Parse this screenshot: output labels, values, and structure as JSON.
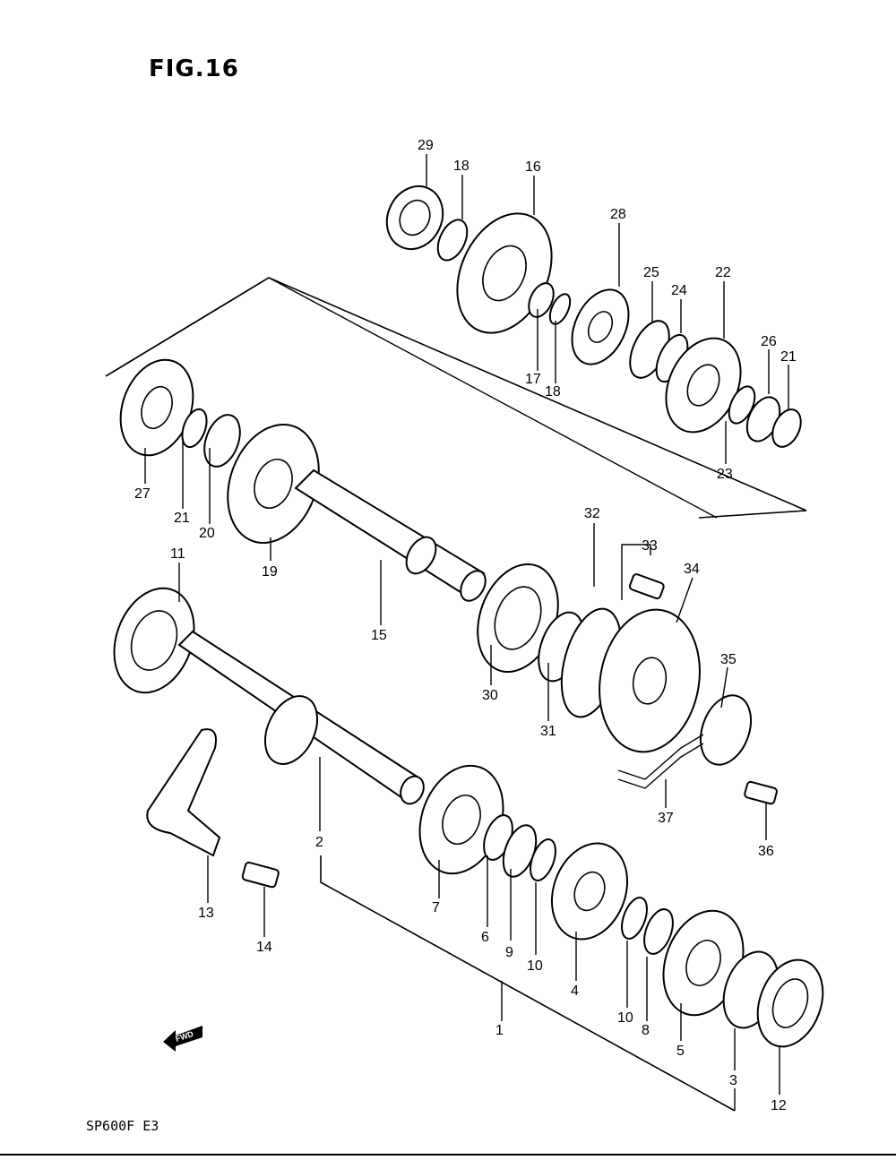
{
  "header": {
    "figure_label": "FIG.16"
  },
  "footer": {
    "model_code": "SP600F  E3"
  },
  "fwd_arrow": {
    "label": "FWD"
  },
  "callouts": {
    "p1": "1",
    "p2": "2",
    "p3": "3",
    "p4": "4",
    "p5": "5",
    "p6": "6",
    "p7": "7",
    "p8": "8",
    "p9": "9",
    "p10a": "10",
    "p10b": "10",
    "p11": "11",
    "p12": "12",
    "p13": "13",
    "p14": "14",
    "p15": "15",
    "p16": "16",
    "p17": "17",
    "p18a": "18",
    "p18b": "18",
    "p19": "19",
    "p20": "20",
    "p21a": "21",
    "p21b": "21",
    "p22": "22",
    "p23": "23",
    "p24": "24",
    "p25": "25",
    "p26": "26",
    "p27": "27",
    "p28": "28",
    "p29": "29",
    "p30": "30",
    "p31": "31",
    "p32": "32",
    "p33": "33",
    "p34": "34",
    "p35": "35",
    "p36": "36",
    "p37": "37"
  }
}
